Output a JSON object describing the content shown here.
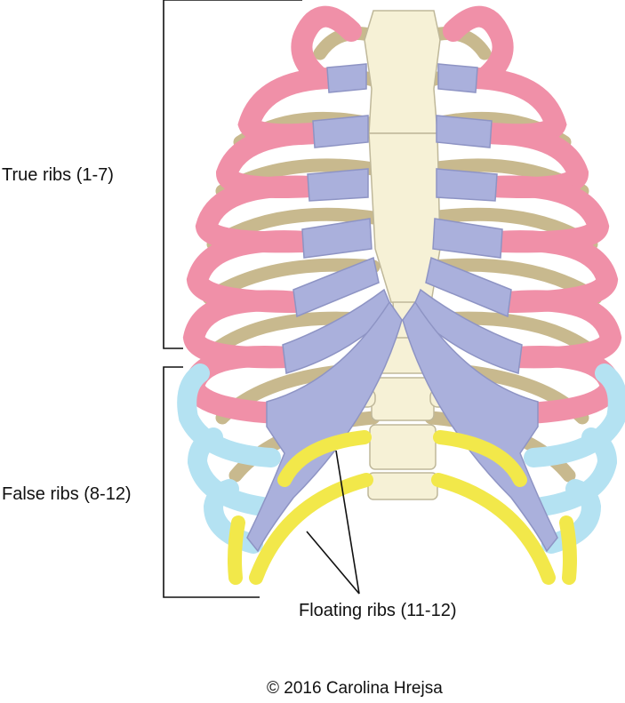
{
  "labels": {
    "true_ribs": "True ribs (1-7)",
    "false_ribs": "False ribs (8-12)",
    "floating_ribs": "Floating ribs (11-12)"
  },
  "credit": "© 2016 Carolina Hrejsa",
  "colors": {
    "sternum": "#f6f1d6",
    "rib_back": "#c8b98e",
    "true_rib": "#f090a8",
    "costal_cartilage": "#aab0dc",
    "false_rib": "#b4e2f2",
    "floating_rib": "#f2e84a",
    "bracket": "#111111"
  }
}
